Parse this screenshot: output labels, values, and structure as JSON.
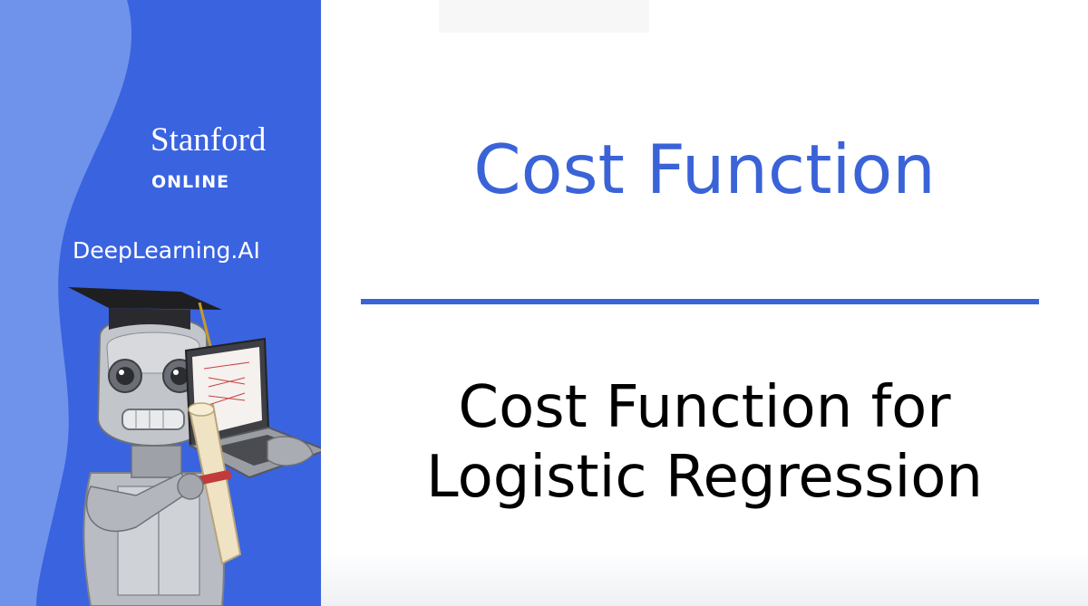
{
  "brand": {
    "stanford": "Stanford",
    "online": "ONLINE",
    "deeplearning": "DeepLearning.AI"
  },
  "slide": {
    "title": "Cost Function",
    "subtitle_line1": "Cost Function for",
    "subtitle_line2": "Logistic Regression"
  },
  "colors": {
    "sidebar_blue": "#3a63e0",
    "sidebar_light_blue": "#6f93ea",
    "title_blue": "#3b63d8"
  },
  "icons": {
    "mascot": "graduate-robot-with-laptop-and-diploma"
  }
}
